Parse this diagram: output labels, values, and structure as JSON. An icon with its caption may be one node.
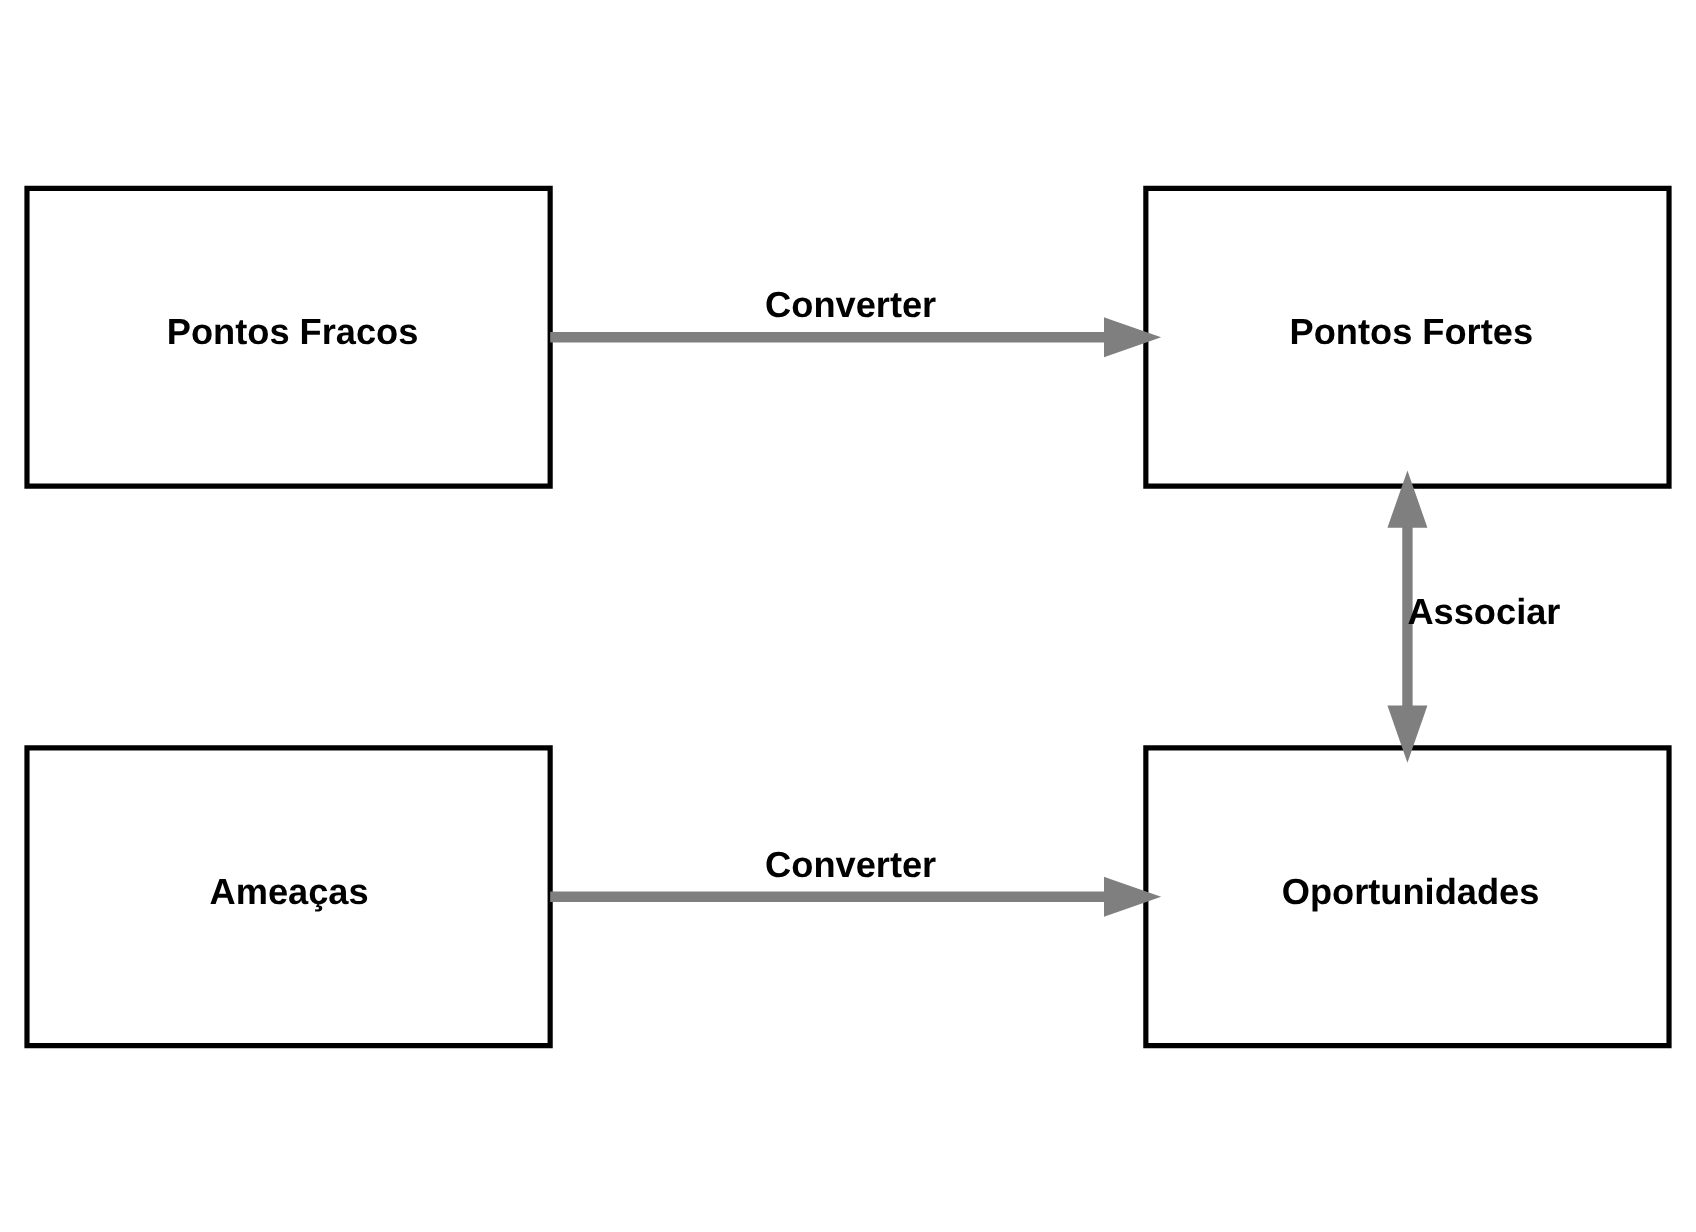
{
  "diagram": {
    "nodes": [
      {
        "text": [
          "Pontos Fortes"
        ]
      },
      {
        "text": [
          "Pontos Fracos"
        ]
      },
      {
        "text": [
          "Oportunidades"
        ]
      },
      {
        "text": [
          "Ameaças"
        ]
      }
    ],
    "edges": [
      {
        "from": 1,
        "to": 0,
        "arrow": "to",
        "label": "Converter"
      },
      {
        "from": 0,
        "to": 2,
        "arrow": "both",
        "label": "Associar"
      },
      {
        "from": 3,
        "to": 2,
        "arrow": "to",
        "label": "Converter"
      }
    ]
  }
}
